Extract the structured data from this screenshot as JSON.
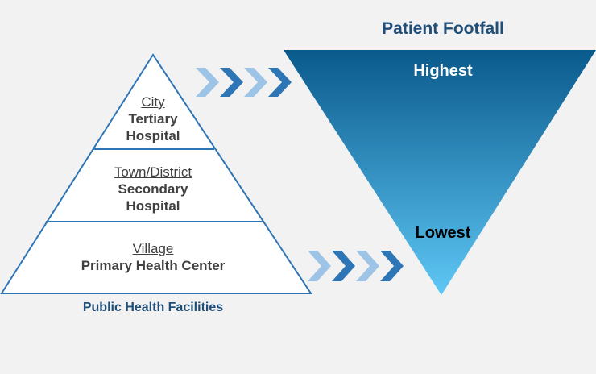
{
  "pyramid": {
    "levels": [
      {
        "location": "City",
        "facility_line1": "Tertiary",
        "facility_line2": "Hospital"
      },
      {
        "location": "Town/District",
        "facility_line1": "Secondary",
        "facility_line2": "Hospital"
      },
      {
        "location": "Village",
        "facility_line1": "Primary Health Center",
        "facility_line2": ""
      }
    ],
    "caption": "Public Health Facilities"
  },
  "funnel": {
    "title": "Patient Footfall",
    "top_label": "Highest",
    "bottom_label": "Lowest"
  },
  "colors": {
    "title_blue": "#1f4e79",
    "chevron_dark": "#2e75b6",
    "chevron_light": "#9dc3e6",
    "funnel_top": "#0a5a8c",
    "funnel_bottom": "#5ec7f5",
    "pyramid_line": "#2e75b6",
    "label_text": "#404040"
  }
}
